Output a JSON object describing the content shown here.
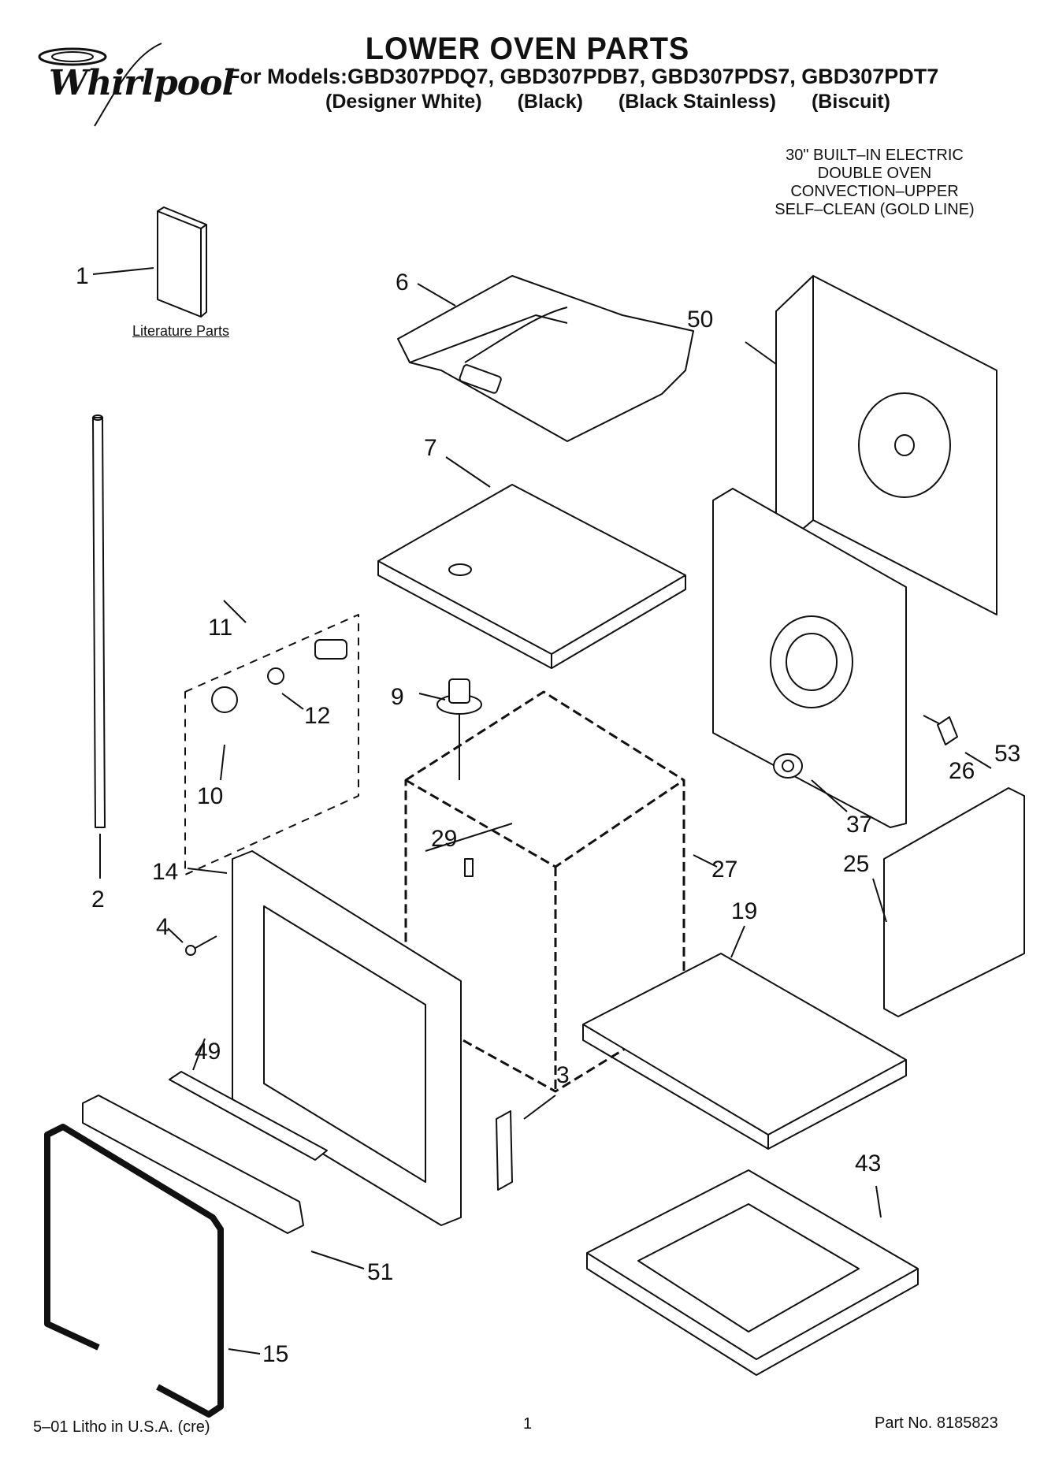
{
  "brand": "Whirlpool",
  "title": "LOWER OVEN PARTS",
  "models_line": "For Models:GBD307PDQ7, GBD307PDB7, GBD307PDS7, GBD307PDT7",
  "finishes": [
    "(Designer White)",
    "(Black)",
    "(Black Stainless)",
    "(Biscuit)"
  ],
  "product_description": [
    "30\" BUILT–IN ELECTRIC",
    "DOUBLE OVEN",
    "CONVECTION–UPPER",
    "SELF–CLEAN (GOLD LINE)"
  ],
  "literature_label": "Literature Parts",
  "callouts": [
    "1",
    "2",
    "3",
    "4",
    "6",
    "7",
    "9",
    "10",
    "11",
    "12",
    "14",
    "15",
    "19",
    "25",
    "26",
    "27",
    "29",
    "37",
    "43",
    "49",
    "50",
    "51",
    "53"
  ],
  "footer": {
    "left": "5–01 Litho in U.S.A. (cre)",
    "center": "1",
    "right": "Part No. 8185823"
  },
  "colors": {
    "line": "#111111",
    "background": "#ffffff"
  }
}
